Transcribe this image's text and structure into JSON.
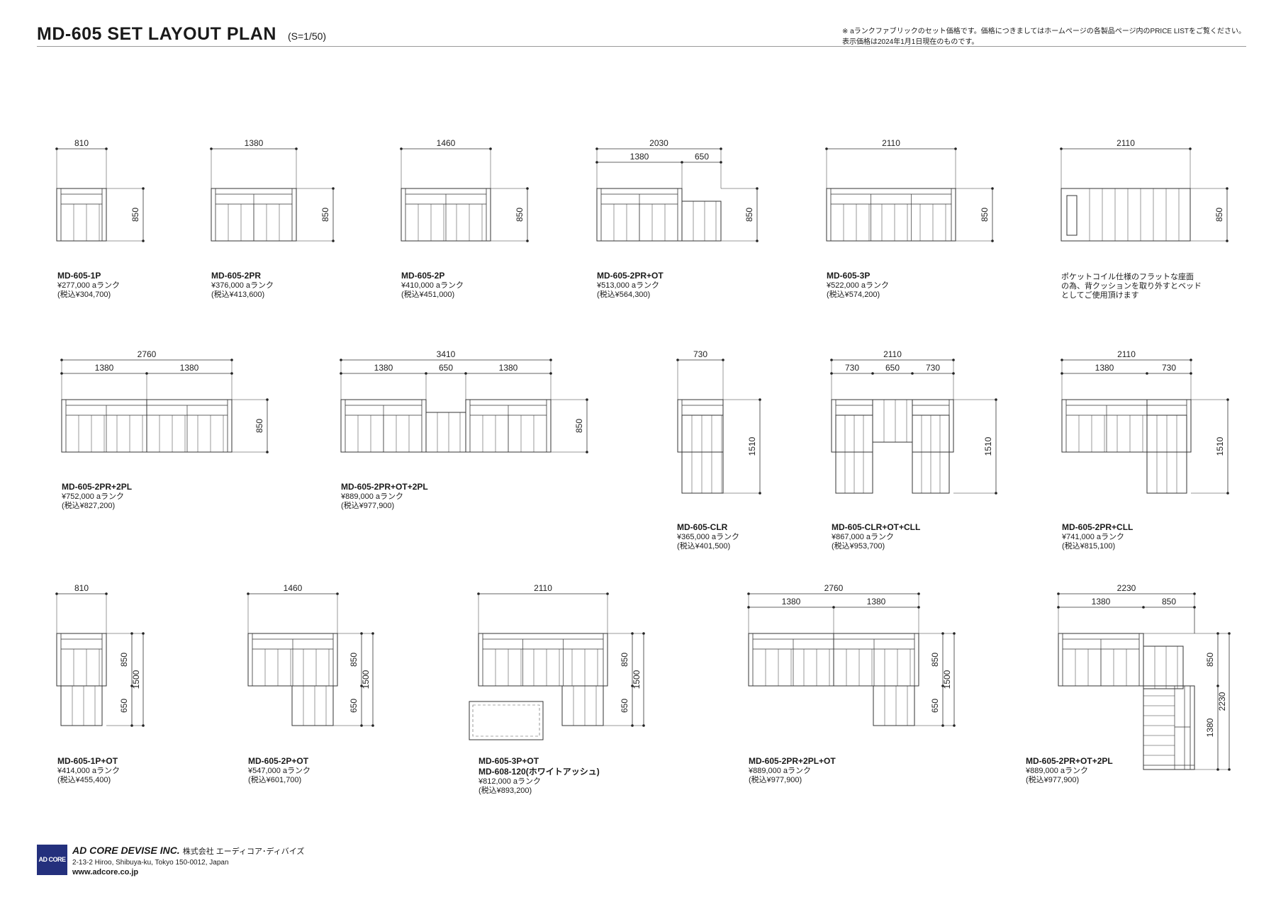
{
  "header": {
    "title": "MD-605  SET LAYOUT PLAN",
    "scale": "(S=1/50)",
    "note_line1": "※ aランクファブリックのセット価格です。価格につきましてはホームページの各製品ページ内のPRICE LISTをご覧ください。",
    "note_line2": "表示価格は2024年1月1日現在のものです。"
  },
  "items": [
    {
      "name": "MD-605-1P",
      "price": "¥277,000 aランク",
      "tax": "(税込¥304,700)"
    },
    {
      "name": "MD-605-2PR",
      "price": "¥376,000 aランク",
      "tax": "(税込¥413,600)"
    },
    {
      "name": "MD-605-2P",
      "price": "¥410,000 aランク",
      "tax": "(税込¥451,000)"
    },
    {
      "name": "MD-605-2PR+OT",
      "price": "¥513,000 aランク",
      "tax": "(税込¥564,300)"
    },
    {
      "name": "MD-605-3P",
      "price": "¥522,000 aランク",
      "tax": "(税込¥574,200)"
    },
    {
      "desc1": "ポケットコイル仕様のフラットな座面",
      "desc2": "の為、背クッションを取り外すとベッド",
      "desc3": "としてご使用頂けます"
    },
    {
      "name": "MD-605-2PR+2PL",
      "price": "¥752,000 aランク",
      "tax": "(税込¥827,200)"
    },
    {
      "name": "MD-605-2PR+OT+2PL",
      "price": "¥889,000 aランク",
      "tax": "(税込¥977,900)"
    },
    {
      "name": "MD-605-CLR",
      "price": "¥365,000 aランク",
      "tax": "(税込¥401,500)"
    },
    {
      "name": "MD-605-CLR+OT+CLL",
      "price": "¥867,000 aランク",
      "tax": "(税込¥953,700)"
    },
    {
      "name": "MD-605-2PR+CLL",
      "price": "¥741,000 aランク",
      "tax": "(税込¥815,100)"
    },
    {
      "name": "MD-605-1P+OT",
      "price": "¥414,000 aランク",
      "tax": "(税込¥455,400)"
    },
    {
      "name": "MD-605-2P+OT",
      "price": "¥547,000 aランク",
      "tax": "(税込¥601,700)"
    },
    {
      "name": "MD-605-3P+OT",
      "name2": "MD-608-120(ホワイトアッシュ)",
      "price": "¥812,000 aランク",
      "tax": "(税込¥893,200)"
    },
    {
      "name": "MD-605-2PR+2PL+OT",
      "price": "¥889,000 aランク",
      "tax": "(税込¥977,900)"
    },
    {
      "name": "MD-605-2PR+OT+2PL",
      "price": "¥889,000 aランク",
      "tax": "(税込¥977,900)"
    }
  ],
  "dims": {
    "d810": "810",
    "d850": "850",
    "d1380": "1380",
    "d1460": "1460",
    "d2030": "2030",
    "d650": "650",
    "d2110": "2110",
    "d2760": "2760",
    "d3410": "3410",
    "d730": "730",
    "d1510": "1510",
    "d1500": "1500",
    "d2230": "2230"
  },
  "footer": {
    "logo": "AD CORE",
    "company": "AD CORE DEVISE INC.",
    "company_ja": "株式会社 エーディコア･ディバイズ",
    "address": "2-13-2 Hiroo, Shibuya-ku, Tokyo 150-0012, Japan",
    "web": "www.adcore.co.jp"
  }
}
